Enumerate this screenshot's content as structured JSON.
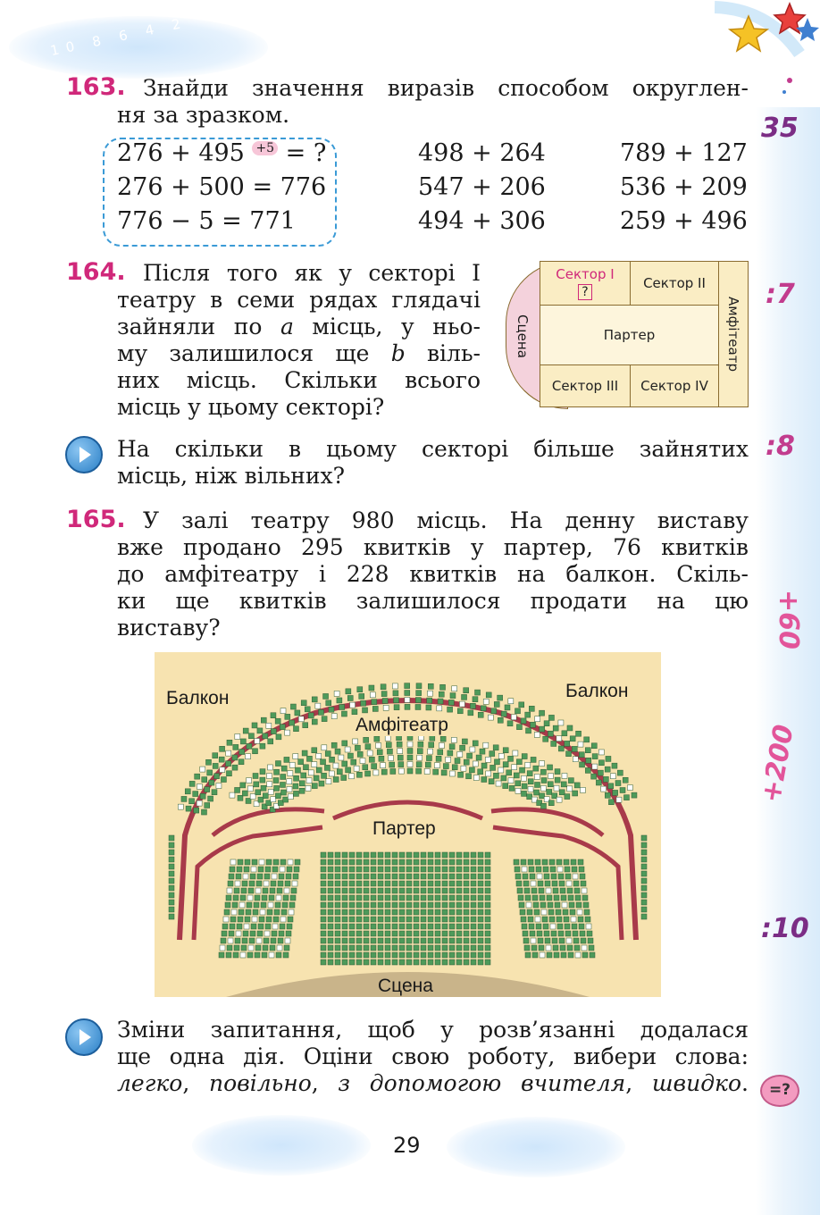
{
  "page_number": "29",
  "side_signs": {
    "s1": "35",
    "s2": ":7",
    "s3": ":8",
    "s4": "+60",
    "s5": "+200",
    "s6": ":10"
  },
  "problem_163": {
    "number": "163.",
    "text_line1": "Знайди значення виразів способом округлен-",
    "text_line2": "ня за зразком.",
    "example_line1": "276 + 495",
    "example_badge": "+5",
    "example_line1_end": " = ?",
    "example_line2": "276 + 500 = 776",
    "example_line3": "776 − 5 = 771",
    "col2": [
      "498 + 264",
      "547 + 206",
      "494 + 306"
    ],
    "col3": [
      "789 + 127",
      "536 + 209",
      "259 + 496"
    ]
  },
  "problem_164": {
    "number": "164.",
    "lines": [
      "Після того як у секторі I",
      "театру в семи рядах глядачі",
      "зайняли по a місць, у ньо-",
      "му залишилося ще b віль-",
      "них місць. Скільки всього",
      "місць у цьому секторі?"
    ],
    "extra_line1": "На скільки в цьому секторі більше зайнятих",
    "extra_line2": "місць, ніж вільних?",
    "plan": {
      "stage": "Сцена",
      "sector1": "Сектор I",
      "question": "?",
      "sector2": "Сектор II",
      "parter": "Партер",
      "sector3": "Сектор III",
      "sector4": "Сектор IV",
      "amphitheatre": "Амфітеатр"
    }
  },
  "problem_165": {
    "number": "165.",
    "lines": [
      "У залі театру 980 місць. На денну виставу",
      "вже продано 295 квитків у партер, 76 квитків",
      "до амфітеатру і 228 квитків на балкон. Скіль-",
      "ки ще квитків залишилося продати на цю",
      "виставу?"
    ],
    "hall": {
      "balcony_left": "Балкон",
      "balcony_right": "Балкон",
      "amphitheatre": "Амфітеатр",
      "parter": "Партер",
      "stage": "Сцена"
    },
    "task_line1": "Зміни запитання, щоб у розв’язанні додалася",
    "task_line2": "ще одна дія. Оціни свою роботу, вибери слова:",
    "words": [
      "легко",
      "повільно",
      "з допомогою вчителя",
      "швидко"
    ],
    "badge": "=?"
  },
  "colors": {
    "accent_number": "#d0287a",
    "seat_green": "#4e9a5a",
    "hall_line": "#a83a4a",
    "hall_bg": "#f7e3b0"
  }
}
